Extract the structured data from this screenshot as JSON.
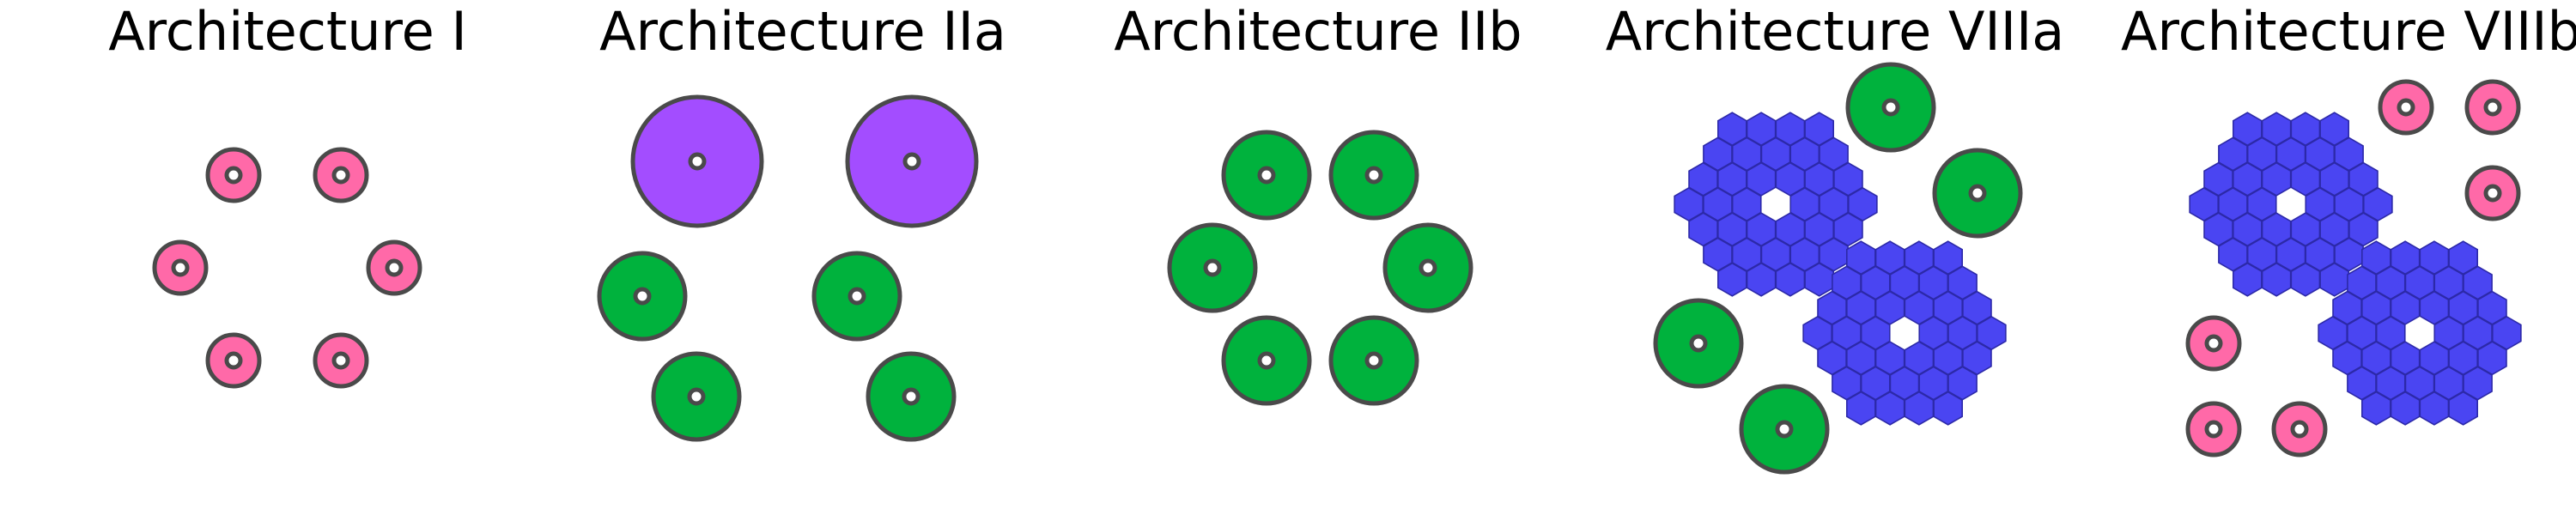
{
  "colors": {
    "small_mirror": "#ff69a8",
    "large_mirror": "#a34dff",
    "medium_mirror": "#00b23d",
    "segmented_mirror": "#4a45f2",
    "segment_edge": "#2c29a8",
    "outline": "#4a4a4a",
    "center_hole": "#ffffff"
  },
  "panels": [
    {
      "id": "arch-1",
      "title": "Architecture I"
    },
    {
      "id": "arch-2a",
      "title": "Architecture IIa"
    },
    {
      "id": "arch-2b",
      "title": "Architecture IIb"
    },
    {
      "id": "arch-8a",
      "title": "Architecture VIIIa"
    },
    {
      "id": "arch-8b",
      "title": "Architecture VIIIb"
    }
  ]
}
